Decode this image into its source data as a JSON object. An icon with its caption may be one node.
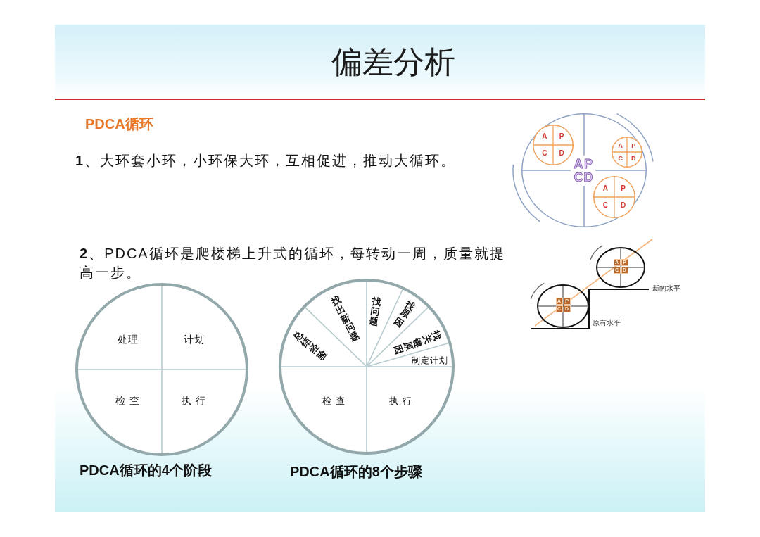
{
  "diagram": {
    "title": "偏差分析",
    "nodes": [
      {
        "text": [
          "A",
          "P",
          "C",
          "D"
        ]
      },
      {
        "text": [
          "A",
          "P",
          "C",
          "D"
        ],
        "in": 0
      },
      {
        "text": [
          "A",
          "P",
          "C",
          "D"
        ],
        "in": 0
      },
      {
        "text": [
          "A",
          "P",
          "C",
          "D"
        ],
        "in": 0
      },
      {
        "text": [
          "A",
          "P",
          "C",
          "D"
        ]
      },
      {
        "text": [
          "A",
          "P",
          "C",
          "D"
        ]
      },
      {
        "text": [],
        "shape": "circle",
        "beside": [
          "PDCA循环的4个阶段"
        ]
      },
      {
        "text": [
          "处理"
        ],
        "in": 6
      },
      {
        "text": [
          "计划"
        ],
        "in": 6
      },
      {
        "text": [
          "检查"
        ],
        "in": 6
      },
      {
        "text": [
          "执行"
        ],
        "in": 6
      },
      {
        "text": [],
        "shape": "circle",
        "beside": [
          "PDCA循环的8个步骤"
        ]
      },
      {
        "text": [
          "总结经验"
        ],
        "in": 11
      },
      {
        "text": [
          "找出新问题"
        ],
        "in": 11
      },
      {
        "text": [
          "找问题"
        ],
        "in": 11
      },
      {
        "text": [
          "找原因"
        ],
        "in": 11
      },
      {
        "text": [
          "找关键原因"
        ],
        "in": 11
      },
      {
        "text": [
          "制定计划"
        ],
        "in": 11
      },
      {
        "text": [
          "检查"
        ],
        "in": 11
      },
      {
        "text": [
          "执行"
        ],
        "in": 11
      }
    ],
    "labels": [
      "PDCA循环",
      "**1**、大环套小环，小环保大环，互相促进，推动大循环。",
      "**2**、PDCA循环是爬楼梯上升式的循环，每转动一周，质量就提高一步。",
      "新的水平",
      "原有水平"
    ]
  }
}
